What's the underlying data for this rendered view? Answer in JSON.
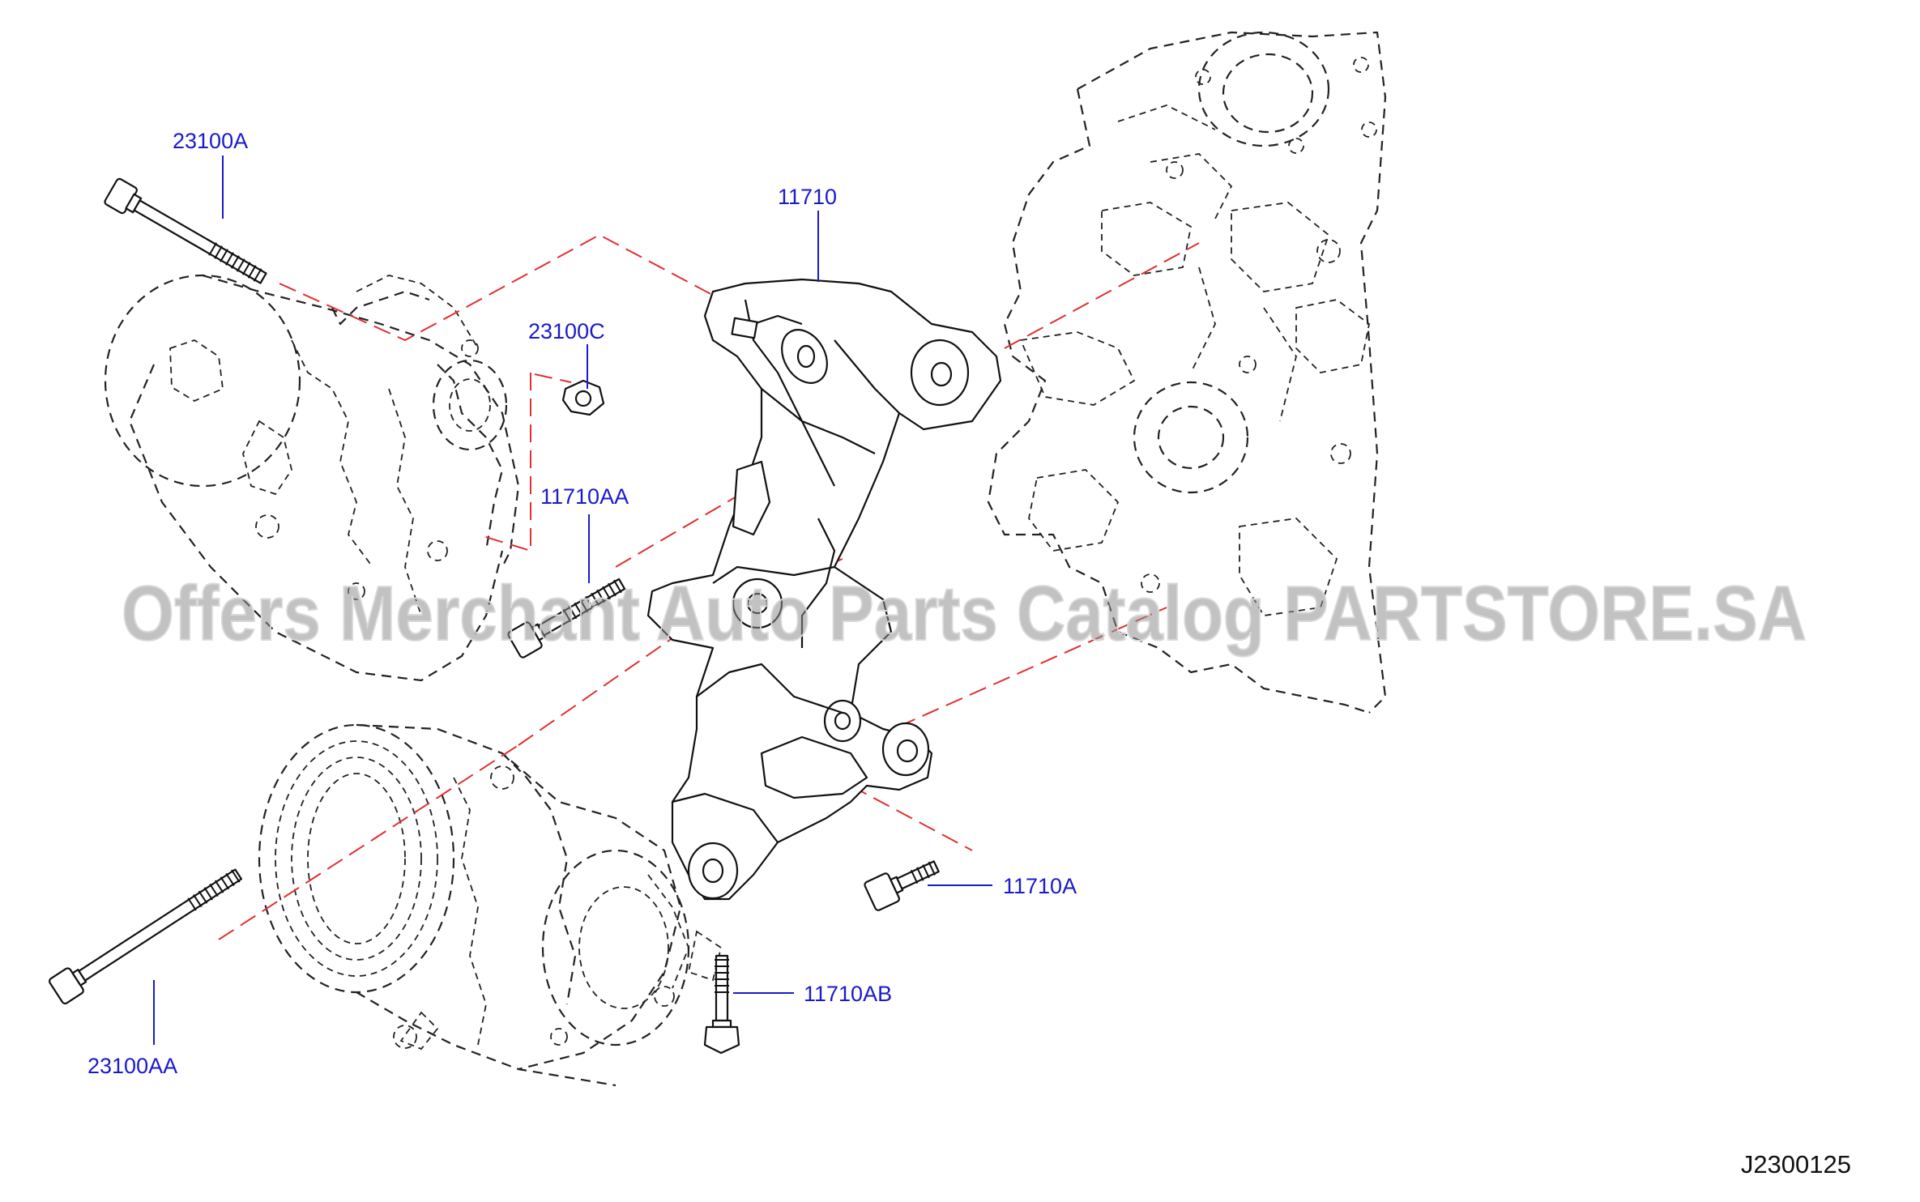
{
  "diagram": {
    "drawing_code": "J2300125",
    "watermark": "Offers Merchant Auto Parts Catalog PARTSTORE.SA",
    "callouts": {
      "p23100A": "23100A",
      "p11710": "11710",
      "p23100C": "23100C",
      "p11710AA": "11710AA",
      "p11710A": "11710A",
      "p11710AB": "11710AB",
      "p23100AA": "23100AA"
    },
    "colors": {
      "callout_text": "#1a1acc",
      "centerline": "#e03030",
      "linework": "#111111",
      "watermark": "#8f8f8f"
    }
  }
}
